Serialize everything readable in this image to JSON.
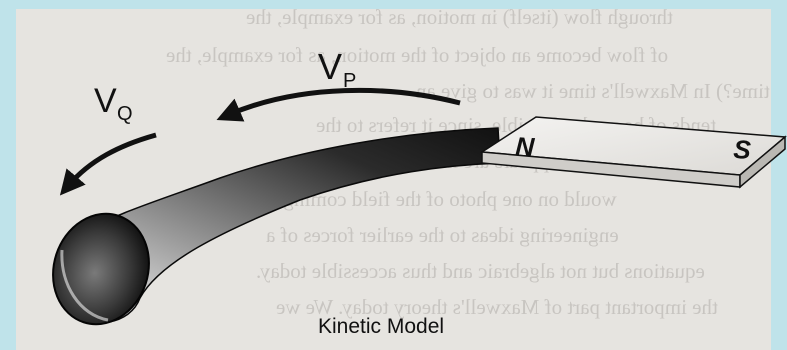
{
  "diagram": {
    "caption": "Kinetic Model",
    "label_vp": "V",
    "label_vp_sub": "P",
    "label_vq": "V",
    "label_vq_sub": "Q",
    "magnet_north": "N",
    "magnet_south": "S"
  },
  "bleed_through": [
    "through flow (itself) in motion, as for example, the",
    "of flow become an object of the motion, as for example, the",
    "time?) In Maxwell's time it was to give an",
    "tends of be made plausible, since it refers to the",
    "are on appears are in dots going in the",
    "would on one photo of the field coming lines of",
    "engineering ideas to the earlier forces of a",
    "equations but not algebraic and thus accessible today.",
    "the important part of Maxwell's theory today. We we"
  ],
  "colors": {
    "frame": "#bfe3ea",
    "page": "#e6e4e0",
    "ink": "#111111"
  }
}
